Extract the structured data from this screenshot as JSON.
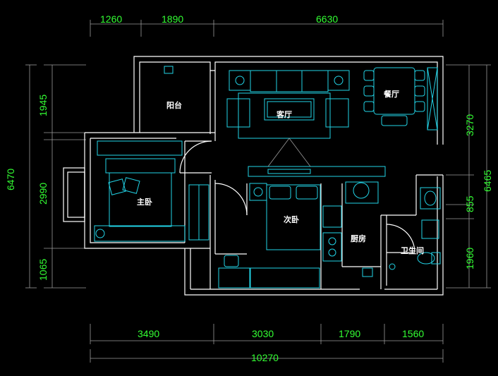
{
  "colors": {
    "background": "#000000",
    "dimension_text": "#33ff33",
    "walls": "#ffffff",
    "furniture": "#22d3e6",
    "dimension_lines": "#9a9a9a"
  },
  "dimensions": {
    "top": [
      "1260",
      "1890",
      "6630"
    ],
    "bottom": [
      "3490",
      "3030",
      "1790",
      "1560"
    ],
    "bottom_total": "10270",
    "left_outer": "6470",
    "left": [
      "1945",
      "2990",
      "1065"
    ],
    "right": [
      "3270",
      "855",
      "1960"
    ],
    "right_outer": "6465"
  },
  "rooms": {
    "balcony": "阳台",
    "living_room": "客厅",
    "dining_room": "餐厅",
    "master_bedroom": "主卧",
    "second_bedroom": "次卧",
    "kitchen": "厨房",
    "bathroom": "卫生间"
  }
}
